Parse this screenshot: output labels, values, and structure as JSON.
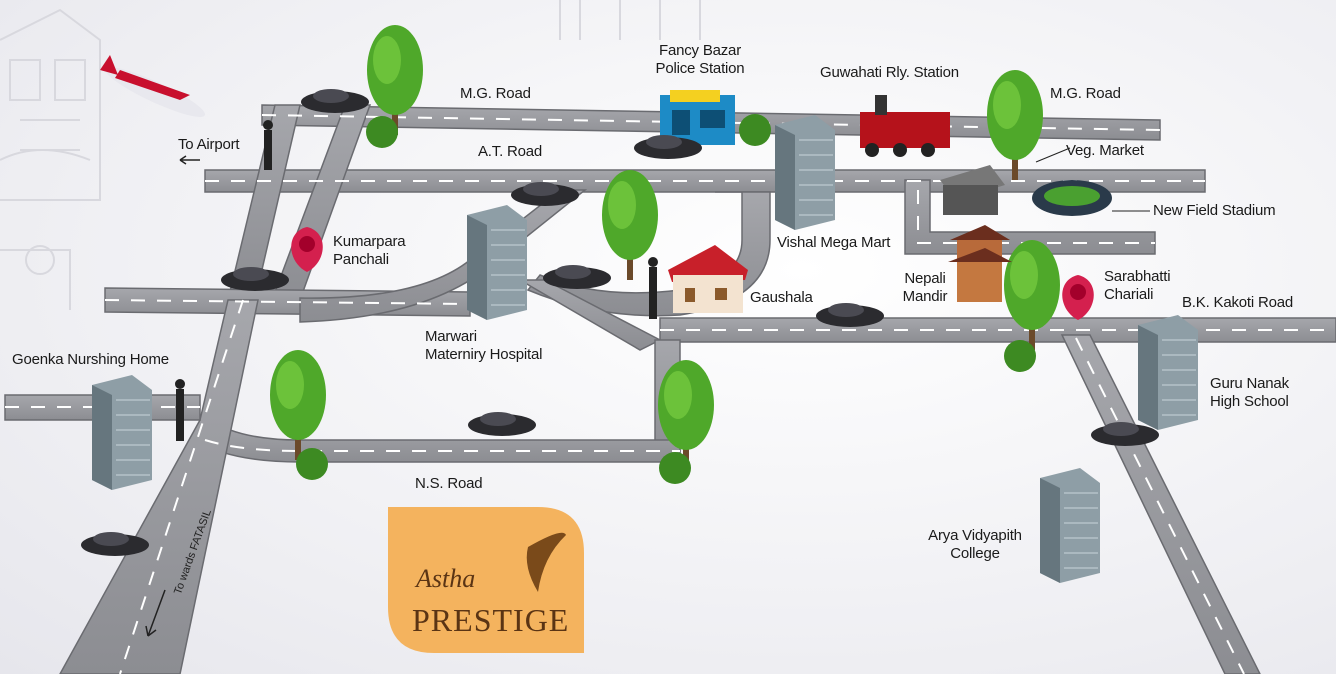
{
  "map": {
    "roads": {
      "mg_road_left": "M.G. Road",
      "mg_road_right": "M.G. Road",
      "at_road": "A.T. Road",
      "ns_road": "N.S. Road",
      "bk_kakoti_road": "B.K. Kakoti Road"
    },
    "landmarks": {
      "fancy_bazar": [
        "Fancy Bazar",
        "Police Station"
      ],
      "rly_station": "Guwahati Rly. Station",
      "veg_market": "Veg. Market",
      "stadium": "New Field Stadium",
      "vishal": "Vishal Mega Mart",
      "kumarpara": [
        "Kumarpara",
        "Panchali"
      ],
      "nepali_mandir": [
        "Nepali",
        "Mandir"
      ],
      "sarabhatti": [
        "Sarabhatti",
        "Chariali"
      ],
      "gaushala": "Gaushala",
      "marwari": [
        "Marwari",
        "Materniry Hospital"
      ],
      "goenka": "Goenka Nurshing Home",
      "guru_nanak": [
        "Guru Nanak",
        "High School"
      ],
      "arya": [
        "Arya Vidyapith",
        "College"
      ]
    },
    "directions": {
      "airport": "To Airport",
      "fatasil": "To wards FATASIL"
    },
    "logo": {
      "script": "Astha",
      "name": "PRESTIGE"
    },
    "colors": {
      "road": "#9a9ba0",
      "road_edge": "#5c5d62",
      "logo_bg": "#f4b35e",
      "pin": "#d4204e",
      "tree": "#4fa82a"
    }
  }
}
